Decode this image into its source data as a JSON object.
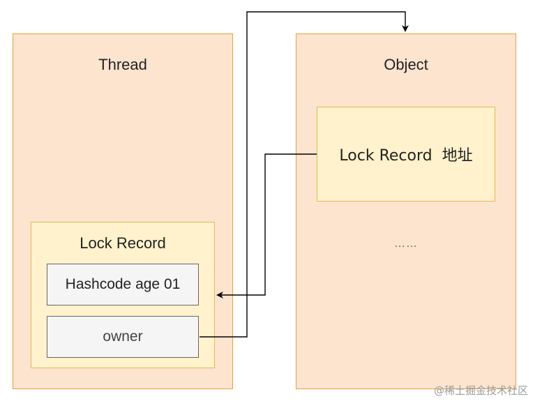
{
  "thread": {
    "title": "Thread",
    "lock_record": {
      "title": "Lock Record",
      "fields": [
        "Hashcode age 01",
        "owner"
      ]
    }
  },
  "object": {
    "title": "Object",
    "lock_record_address": "Lock Record  地址",
    "ellipsis": "……"
  },
  "watermark": "@稀土掘金技术社区"
}
